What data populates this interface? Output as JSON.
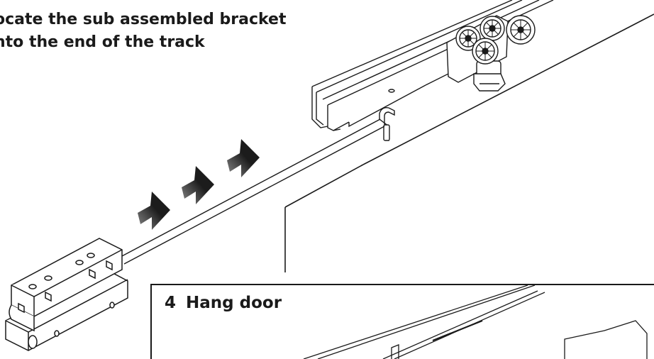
{
  "instruction": {
    "line1": "ocate the sub assembled bracket",
    "line2": "nto the end of the track"
  },
  "step": {
    "number": "4",
    "title": "Hang door"
  },
  "colors": {
    "ink": "#1a1a1a",
    "arrow_dark": "#1c1c1c",
    "arrow_light": "#8a8a8a",
    "background": "#ffffff"
  },
  "icons": [
    "motion-arrow-icon",
    "wheel-icon"
  ]
}
